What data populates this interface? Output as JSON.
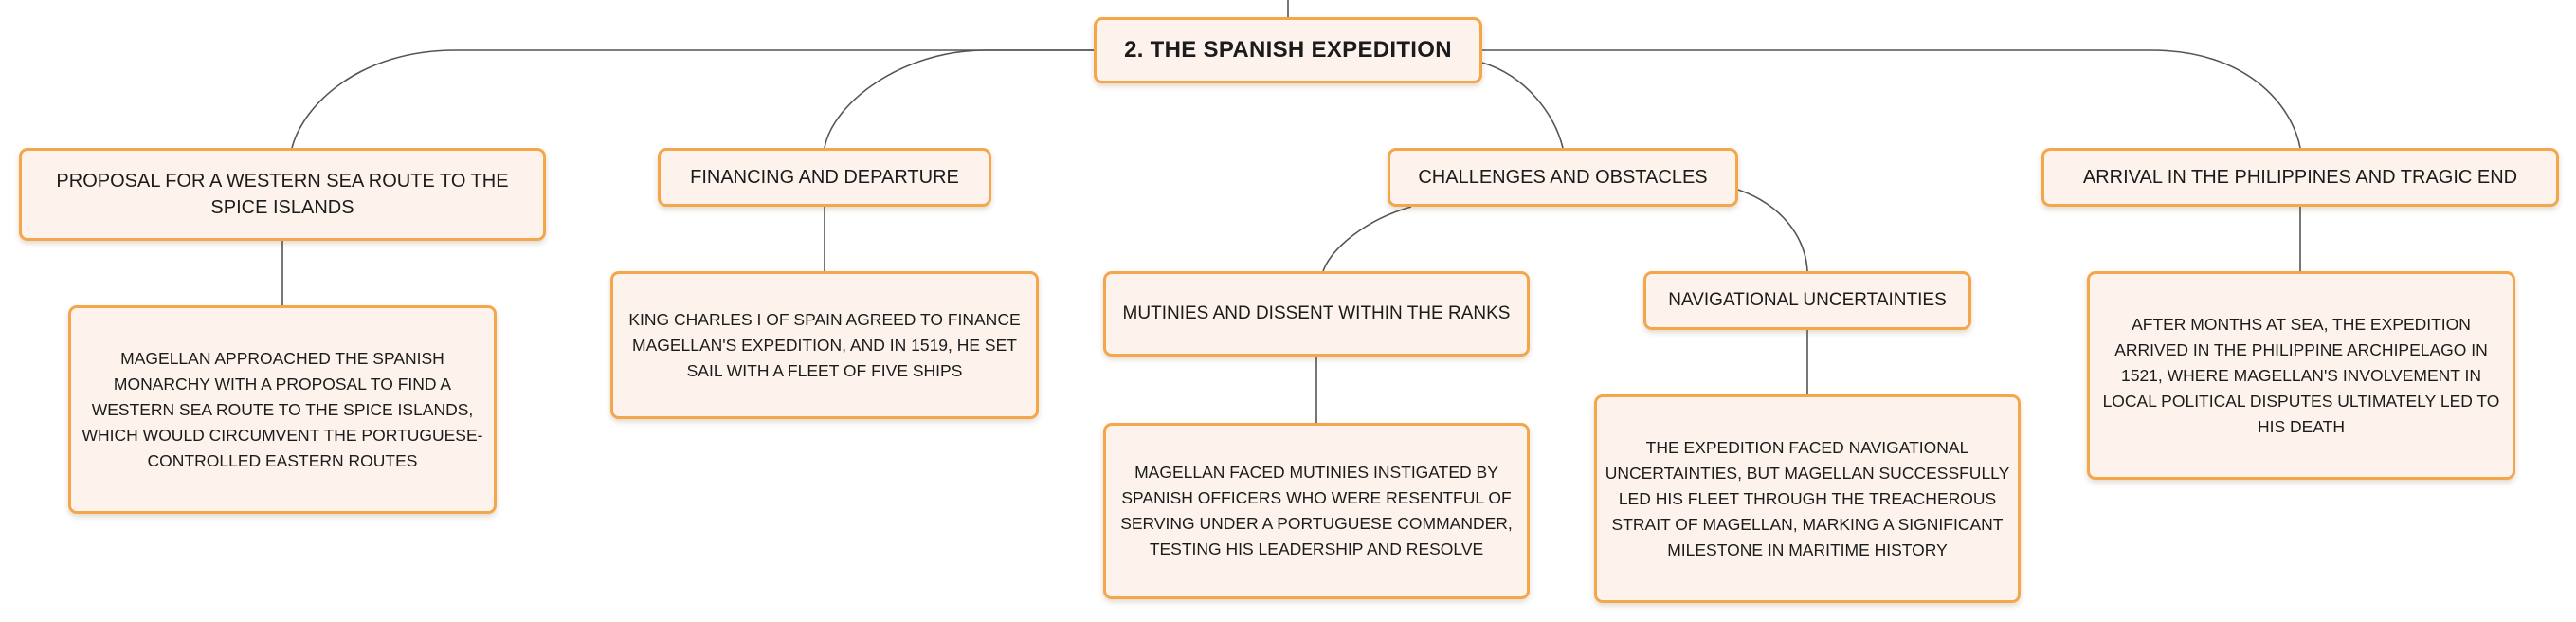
{
  "mindmap": {
    "root": {
      "label": "2. THE SPANISH EXPEDITION"
    },
    "topics": {
      "proposal": {
        "label": "PROPOSAL FOR A WESTERN SEA ROUTE TO THE SPICE ISLANDS",
        "detail": "MAGELLAN APPROACHED THE SPANISH MONARCHY WITH A PROPOSAL TO FIND A WESTERN SEA ROUTE TO THE SPICE ISLANDS, WHICH WOULD CIRCUMVENT THE PORTUGUESE-CONTROLLED EASTERN ROUTES"
      },
      "financing": {
        "label": "FINANCING AND DEPARTURE",
        "detail": "KING CHARLES I OF SPAIN AGREED TO FINANCE MAGELLAN'S EXPEDITION, AND IN 1519, HE SET SAIL WITH A FLEET OF FIVE SHIPS"
      },
      "challenges": {
        "label": "CHALLENGES AND OBSTACLES",
        "subtopics": {
          "mutinies": {
            "label": "MUTINIES AND DISSENT WITHIN THE RANKS",
            "detail": "MAGELLAN FACED MUTINIES INSTIGATED BY SPANISH OFFICERS WHO WERE RESENTFUL OF SERVING UNDER A PORTUGUESE COMMANDER, TESTING HIS LEADERSHIP AND RESOLVE"
          },
          "navigational": {
            "label": "NAVIGATIONAL UNCERTAINTIES",
            "detail": "THE EXPEDITION FACED NAVIGATIONAL UNCERTAINTIES, BUT MAGELLAN SUCCESSFULLY LED HIS FLEET THROUGH THE TREACHEROUS STRAIT OF MAGELLAN, MARKING A SIGNIFICANT MILESTONE IN MARITIME HISTORY"
          }
        }
      },
      "arrival": {
        "label": "ARRIVAL IN THE PHILIPPINES AND TRAGIC END",
        "detail": "AFTER MONTHS AT SEA, THE EXPEDITION ARRIVED IN THE PHILIPPINE ARCHIPELAGO IN 1521, WHERE MAGELLAN'S INVOLVEMENT IN LOCAL POLITICAL DISPUTES ULTIMATELY LED TO HIS DEATH"
      }
    },
    "colors": {
      "node_border": "#f4a64a",
      "node_fill": "#fdf3ec",
      "connector": "#555555",
      "text": "#1b1b1b"
    }
  }
}
